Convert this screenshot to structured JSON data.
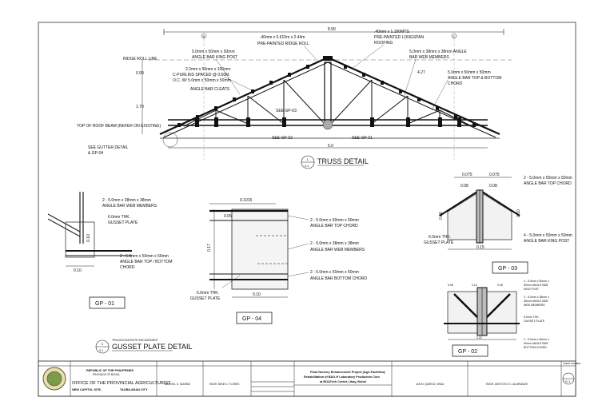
{
  "truss": {
    "overall_span": "8.90",
    "bottom_span": "5.0",
    "rise": "0.90",
    "height": "1.70",
    "slope_len": "4.27",
    "grid_left": "B",
    "grid_right": "C",
    "labels": {
      "ridge_roll_line": "RIDGE ROLL LINE",
      "ridge_roll": ".40mm x 0.610m x 2.44m",
      "ridge_roll2": "PRE-PAINTED RIDGE ROLL",
      "longspan": ".40mm x 1.150MTS.",
      "longspan2": "PRE-PAINTED LONGSPAN",
      "longspan3": "ROOFING",
      "king_post": "5.0mm x 50mm x 50mm",
      "king_post2": "ANGLE BAR KING POST",
      "purlins": "2.2mm x 50mm x 100mm",
      "purlins2": "C-PURLINS SPACED @ 0.60M.",
      "cleats": "O.C. W/ 5.0mm x 50mm x 50mm",
      "cleats2": "ANGLE BAR CLEATS",
      "web": "5.0mm x 38mm x 38mm ANGLE",
      "web2": "BAR WEB MEMBERS",
      "chord": "5.0mm x 50mm x 50mm",
      "chord2": "ANGLE BAR TOP & BOTTOM",
      "chord3": "CHORD",
      "roof_beam": "TOP OF ROOF BEAM (REFER ON EXISTING)",
      "gutter": "SEE GUTTER DETAIL",
      "gutter2": "& GP-04",
      "see_gp02": "SEE GP-02",
      "see_gp01": "SEE GP-01",
      "see_gp03": "SEE GP-03"
    },
    "title_num": "1",
    "title_sheet": "S-1",
    "title": "TRUSS  DETAIL"
  },
  "gp01": {
    "label_web": "2 - 5.0mm x 38mm x 38mm",
    "label_web2": "ANGLE BAR WEB MEMBERS",
    "label_plate": "6.0mm THK.",
    "label_plate2": "GUSSET PLATE",
    "label_chord": "2 - 5.0mm x 50mm x 50mm",
    "label_chord2": "ANGLE BAR TOP / BOTTOM",
    "label_chord3": "CHORD",
    "dim_w": "0.10",
    "dim_h": "0.10",
    "tag": "GP - 01"
  },
  "gp04": {
    "dim_top": "0.1015",
    "dim_side": "0.17",
    "dim_small": "0.05",
    "dim_bottom": "0.10",
    "label_top": "2 - 5.0mm x 50mm x 50mm",
    "label_top2": "ANGLE BAR TOP CHORD",
    "label_web": "2 - 5.0mm x 38mm x 38mm",
    "label_web2": "ANGLE BAR WEB MEMBERS",
    "label_bot": "2 - 5.0mm x 50mm x 50mm",
    "label_bot2": "ANGLE BAR BOTTOM CHORD",
    "label_plate": "6.0mm THK.",
    "label_plate2": "GUSSET PLATE",
    "tag": "GP - 04"
  },
  "gp03": {
    "dim_a": "0.075",
    "dim_b": "0.075",
    "dim_c": "0.08",
    "dim_d": "0.08",
    "dim_e": "0.06",
    "dim_f": "0.10",
    "dim_w": "0.15",
    "label_top": "2 - 5.0mm x 50mm x 50mm",
    "label_top2": "ANGLE BAR TOP CHORD",
    "label_king": "4 - 5.0mm x 50mm x 50mm",
    "label_king2": "ANGLE BAR KING POST",
    "label_plate": "6.0mm THK.",
    "label_plate2": "GUSSET PLATE",
    "tag": "GP - 03"
  },
  "gp02": {
    "label_king": "4 - 5.0mm x 50mm x",
    "label_king2": "50mm ANGLE BAR",
    "label_king3": "KING POST",
    "label_web": "2 - 5.0mm x 38mm x",
    "label_web2": "38mm ANGLE BAR",
    "label_web3": "WEB MEMBERS",
    "label_plate": "6.0mm THK.",
    "label_plate2": "GUSSET PLATE",
    "label_bot": "2 - 5.0mm x 50mm x",
    "label_bot2": "50mm ANGLE BAR",
    "label_bot3": "BOTTOM CHORD",
    "dims_top": [
      "0.06",
      "0.12",
      "0.06"
    ],
    "dim_w": "0.22",
    "tag": "GP - 02"
  },
  "gusset_title": {
    "num": "3",
    "sheet": "S-1",
    "small": "TRUSS/CONCRETE ENCASEMENT",
    "title": "GUSSET PLATE DETAIL"
  },
  "title_block": {
    "republic": "REPUBLIC OF THE PHILIPPINES",
    "province": "PROVINCE OF BOHOL",
    "office": "OFFICE OF THE PROVINCIAL AGRICULTURIST",
    "address": "NEW CAPITOL SITE,",
    "city": "TAGBILARAN CITY",
    "prepared": "MARIVEL G. SAMINIS",
    "checked": "ENGR. BENE C. FLORES",
    "project_title": "Plant Nursery Enhancement Project (Agri-Facilities):",
    "project_title2": "Rehabilitation of BAO-H Laboratory Production Com",
    "project_title3": "at BOATech Center, Ubay, Bohol",
    "recommending": "JAN M. QUIROG, MNSA",
    "approved": "ENGR. ARISTOTLE C. ALMIRANDE",
    "sheet_label": "SHEET NUMBER",
    "sheet_no": "S-1"
  }
}
